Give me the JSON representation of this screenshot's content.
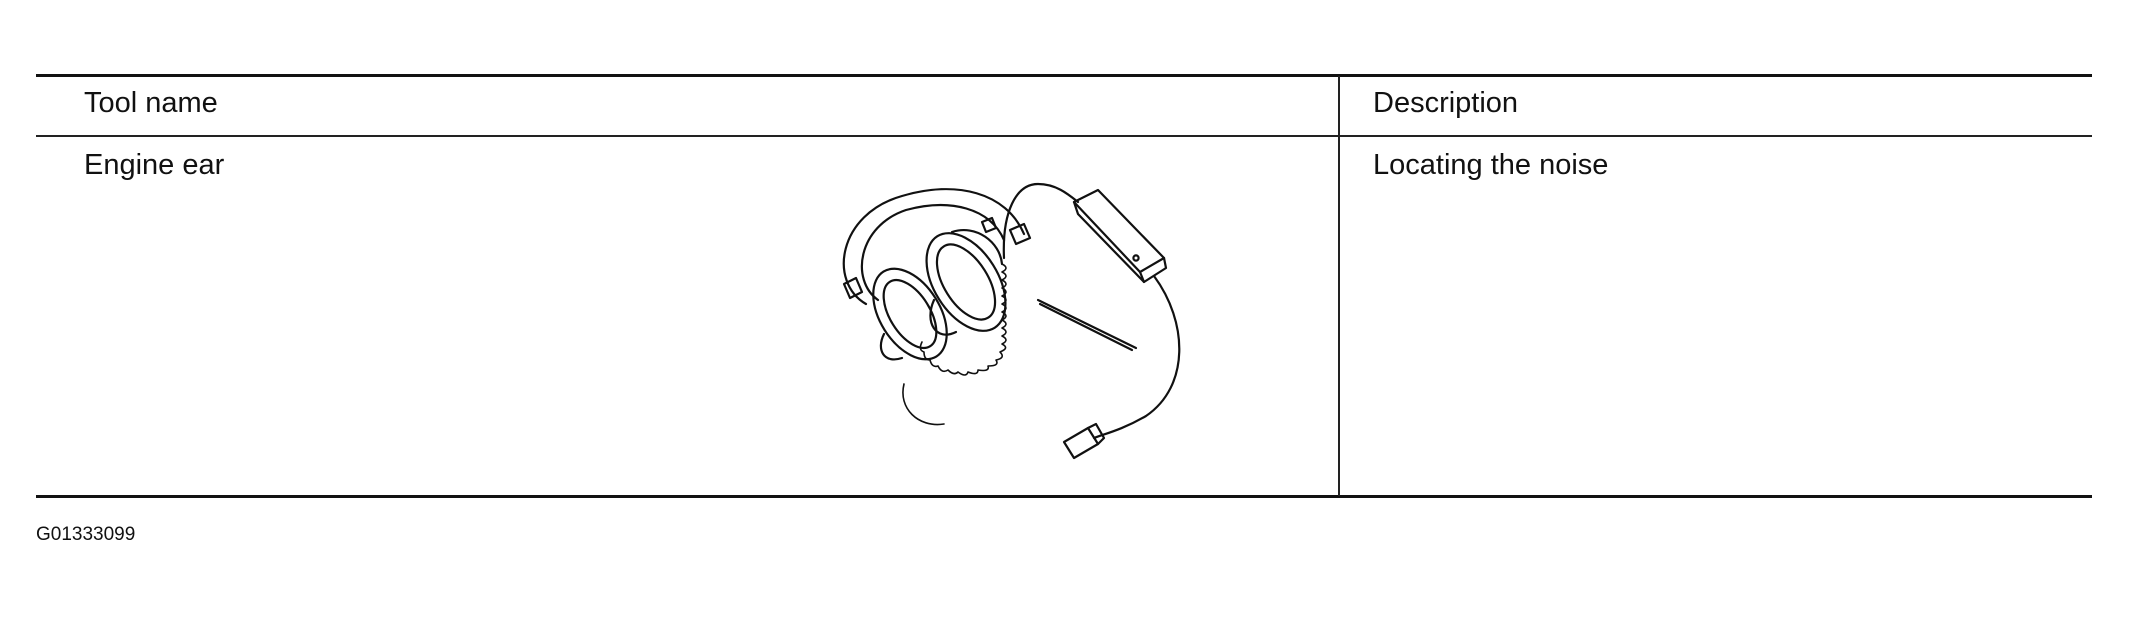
{
  "table": {
    "headers": {
      "tool_name": "Tool name",
      "description": "Description"
    },
    "rows": [
      {
        "tool_name": "Engine ear",
        "description": "Locating the noise",
        "illustration_icon": "engine-ear-headphones-icon"
      }
    ]
  },
  "figure_code": "G01333099"
}
